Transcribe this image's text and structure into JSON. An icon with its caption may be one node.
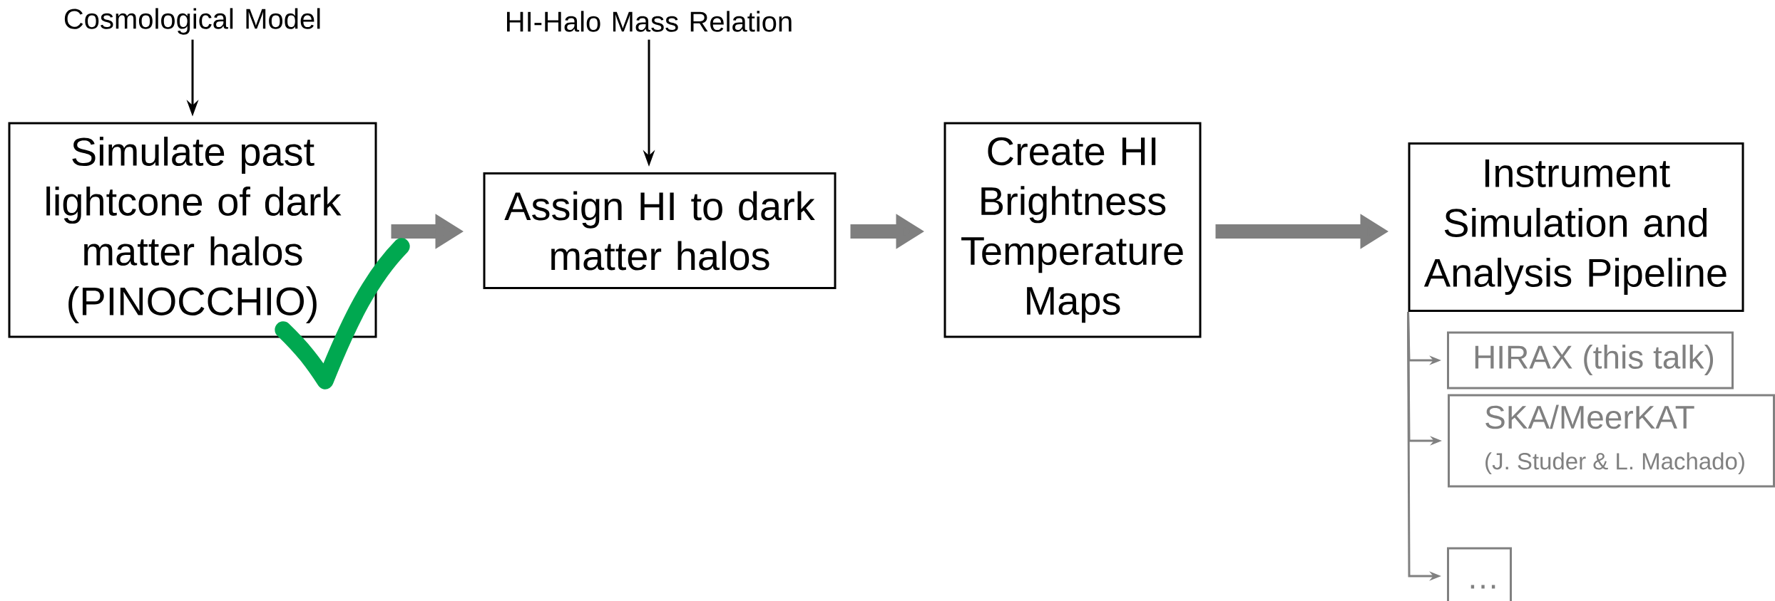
{
  "diagram": {
    "nodes": [
      {
        "text": [
          "Cosmological Model"
        ]
      },
      {
        "text": [
          "Simulate past lightcone of dark matter halos (PINOCCHIO)"
        ]
      },
      {
        "text": [
          "HI-Halo Mass Relation"
        ]
      },
      {
        "text": [
          "Assign HI to dark matter halos"
        ]
      },
      {
        "text": [
          "Create HI Brightness Temperature Maps"
        ]
      },
      {
        "text": [
          "Instrument Simulation and Analysis Pipeline"
        ]
      },
      {
        "text": [
          "HIRAX (this talk)"
        ]
      },
      {
        "text": [
          "SKA/MeerKAT",
          "(J. Studer & L. Machado)"
        ]
      },
      {
        "text": [
          "…"
        ]
      }
    ],
    "edges": [
      {
        "from": 0,
        "to": 1,
        "arrow": "to",
        "color": "#000000"
      },
      {
        "from": 2,
        "to": 3,
        "arrow": "to",
        "color": "#000000"
      },
      {
        "from": 1,
        "to": 3,
        "arrow": "to",
        "style": "thick",
        "color": "#7f7f7f"
      },
      {
        "from": 3,
        "to": 4,
        "arrow": "to",
        "style": "thick",
        "color": "#7f7f7f"
      },
      {
        "from": 4,
        "to": 5,
        "arrow": "to",
        "style": "thick",
        "color": "#7f7f7f"
      },
      {
        "from": 5,
        "to": 6,
        "arrow": "to",
        "color": "#808080"
      },
      {
        "from": 5,
        "to": 7,
        "arrow": "to",
        "color": "#808080"
      },
      {
        "from": 5,
        "to": 8,
        "arrow": "to",
        "color": "#808080"
      }
    ]
  }
}
